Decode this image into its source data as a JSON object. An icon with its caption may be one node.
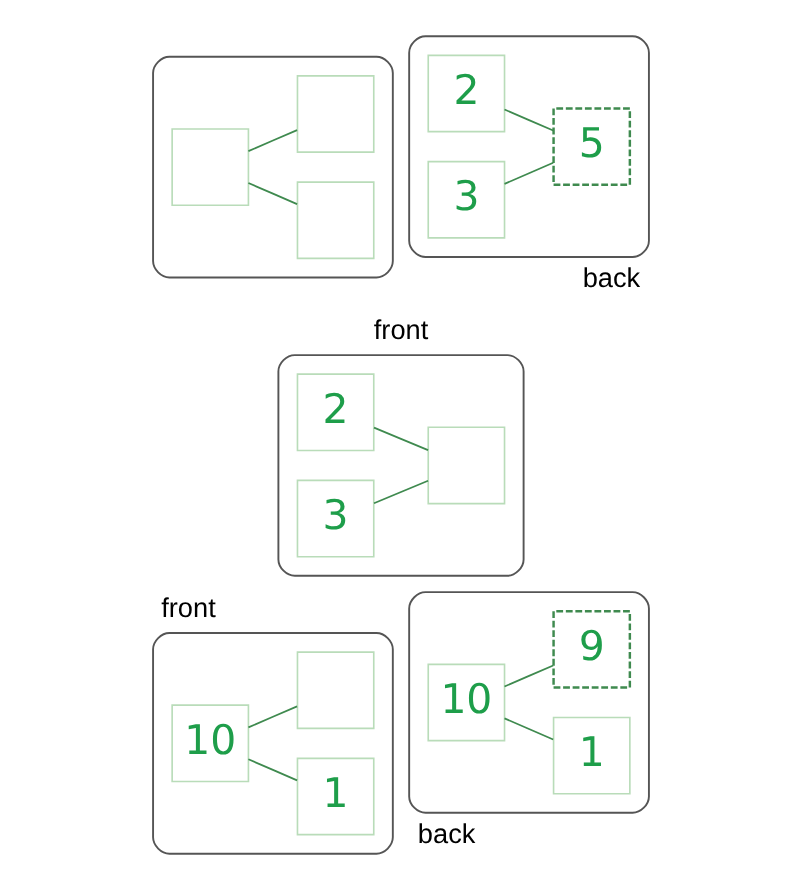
{
  "diagram": {
    "nodes": [
      {
        "text": [],
        "shape": "box"
      },
      {
        "text": [],
        "shape": "box",
        "in": 0
      },
      {
        "text": [],
        "shape": "box",
        "in": 0
      },
      {
        "text": [],
        "shape": "box",
        "in": 0
      },
      {
        "text": [],
        "shape": "box",
        "beside": [
          "back"
        ]
      },
      {
        "text": [
          "2"
        ],
        "in": 4
      },
      {
        "text": [
          "5"
        ],
        "in": 4
      },
      {
        "text": [
          "3"
        ],
        "in": 4
      },
      {
        "text": [],
        "shape": "box",
        "beside": [
          "front"
        ]
      },
      {
        "text": [
          "2"
        ],
        "in": 8
      },
      {
        "text": [],
        "shape": "box",
        "in": 8
      },
      {
        "text": [
          "3"
        ],
        "in": 8
      },
      {
        "text": [],
        "shape": "box",
        "beside": [
          "front"
        ]
      },
      {
        "text": [
          "1"
        ],
        "in": 12
      },
      {
        "text": [
          "10"
        ],
        "in": 12
      },
      {
        "text": [],
        "shape": "box",
        "in": 12
      },
      {
        "text": [],
        "shape": "box",
        "beside": [
          "back"
        ]
      },
      {
        "text": [
          "1"
        ],
        "in": 16
      },
      {
        "text": [
          "10"
        ],
        "in": 16
      },
      {
        "text": [
          "9"
        ],
        "in": 16
      }
    ],
    "edges": [
      {
        "from": 2,
        "to": 1,
        "arrow": "none"
      },
      {
        "from": 2,
        "to": 3,
        "arrow": "none"
      },
      {
        "from": 5,
        "to": 6,
        "arrow": "none"
      },
      {
        "from": 7,
        "to": 6,
        "arrow": "none"
      },
      {
        "from": 9,
        "to": 10,
        "arrow": "none"
      },
      {
        "from": 11,
        "to": 10,
        "arrow": "none"
      },
      {
        "from": 14,
        "to": 13,
        "arrow": "none"
      },
      {
        "from": 14,
        "to": 15,
        "arrow": "none"
      },
      {
        "from": 18,
        "to": 17,
        "arrow": "none"
      },
      {
        "from": 18,
        "to": 19,
        "arrow": "none"
      }
    ]
  }
}
